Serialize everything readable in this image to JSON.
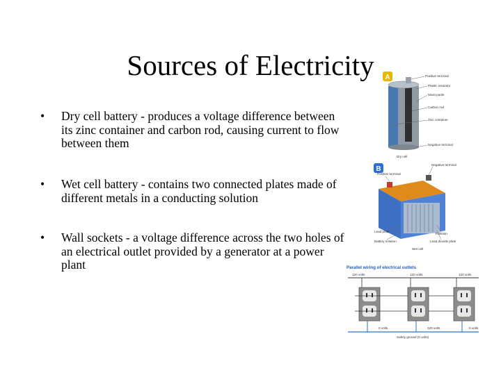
{
  "slide": {
    "title": "Sources of Electricity",
    "bullet_symbol": "•",
    "bullets": [
      {
        "text": "Dry cell battery - produces a voltage difference between its zinc container and carbon rod, causing current to flow between them"
      },
      {
        "text": "Wet cell battery - contains two connected plates made of different metals in a conducting solution"
      },
      {
        "text": "Wall sockets - a voltage difference across the two holes of an electrical outlet provided by a generator at a power plant"
      }
    ]
  },
  "figure_a": {
    "badge": "A",
    "labels": {
      "positive_terminal": "Positive terminal",
      "plastic_insulator": "Plastic insulator",
      "moist_paste": "Moist paste",
      "carbon_rod": "Carbon rod",
      "zinc_container": "Zinc container",
      "negative_terminal": "Negative terminal",
      "caption": "Dry cell"
    }
  },
  "figure_b": {
    "badge": "B",
    "labels": {
      "negative_terminal": "Negative terminal",
      "positive_terminal": "Positive terminal",
      "lead_plate": "Lead plate",
      "battery_solution": "Battery solution",
      "partition": "Partition",
      "lead_dioxide_plate": "Lead dioxide plate",
      "caption": "Wet cell"
    }
  },
  "figure_c": {
    "title": "Parallel wiring of electrical outlets",
    "top_volts": [
      "120 volts",
      "120 volts",
      "120 volts"
    ],
    "bottom_volts": [
      "0 volts",
      "120 volts",
      "0 volts"
    ],
    "ground_label": "Safety ground (0 volts)",
    "colors": {
      "title": "#1f5fbf",
      "wire_blue": "#2a6fd6",
      "wire_dark": "#333333"
    }
  }
}
